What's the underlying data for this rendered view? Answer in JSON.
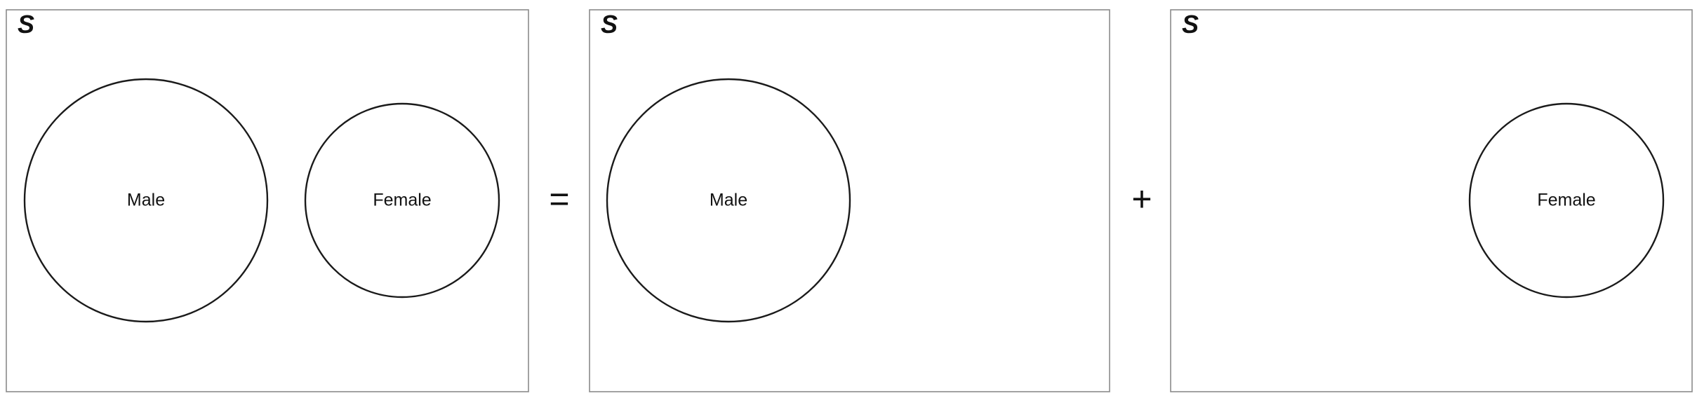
{
  "panels": [
    {
      "space_label": "S",
      "sets": [
        "Male",
        "Female"
      ]
    },
    {
      "space_label": "S",
      "sets": [
        "Male"
      ]
    },
    {
      "space_label": "S",
      "sets": [
        "Female"
      ]
    }
  ],
  "operators": {
    "equals": "=",
    "plus": "+"
  }
}
